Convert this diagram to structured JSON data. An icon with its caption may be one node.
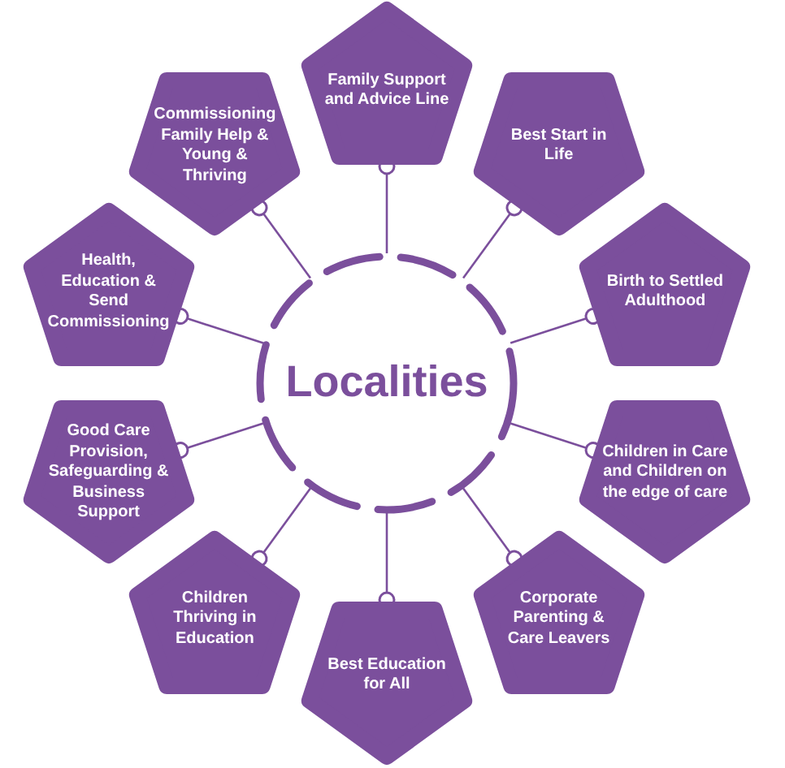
{
  "diagram": {
    "nodes": [
      {
        "text": [
          "Localities"
        ]
      },
      {
        "text": [
          "Family Support and Advice Line"
        ]
      },
      {
        "text": [
          "Best Start in Life"
        ]
      },
      {
        "text": [
          "Birth to Settled Adulthood"
        ]
      },
      {
        "text": [
          "Children in Care and Children on the edge of care"
        ]
      },
      {
        "text": [
          "Corporate Parenting & Care Leavers"
        ]
      },
      {
        "text": [
          "Best Education for All"
        ]
      },
      {
        "text": [
          "Children Thriving in Education"
        ]
      },
      {
        "text": [
          "Good Care Provision, Safeguarding & Business Support"
        ]
      },
      {
        "text": [
          "Health, Education & Send Commissioning"
        ]
      },
      {
        "text": [
          "Commissioning Family Help & Young & Thriving"
        ]
      }
    ],
    "edges": [
      {
        "from": 0,
        "to": 1,
        "arrow": "other"
      },
      {
        "from": 0,
        "to": 2,
        "arrow": "other"
      },
      {
        "from": 0,
        "to": 3,
        "arrow": "other"
      },
      {
        "from": 0,
        "to": 4,
        "arrow": "other"
      },
      {
        "from": 0,
        "to": 5,
        "arrow": "other"
      },
      {
        "from": 0,
        "to": 6,
        "arrow": "other"
      },
      {
        "from": 0,
        "to": 7,
        "arrow": "other"
      },
      {
        "from": 0,
        "to": 8,
        "arrow": "other"
      },
      {
        "from": 0,
        "to": 9,
        "arrow": "other"
      },
      {
        "from": 0,
        "to": 10,
        "arrow": "other"
      }
    ]
  }
}
